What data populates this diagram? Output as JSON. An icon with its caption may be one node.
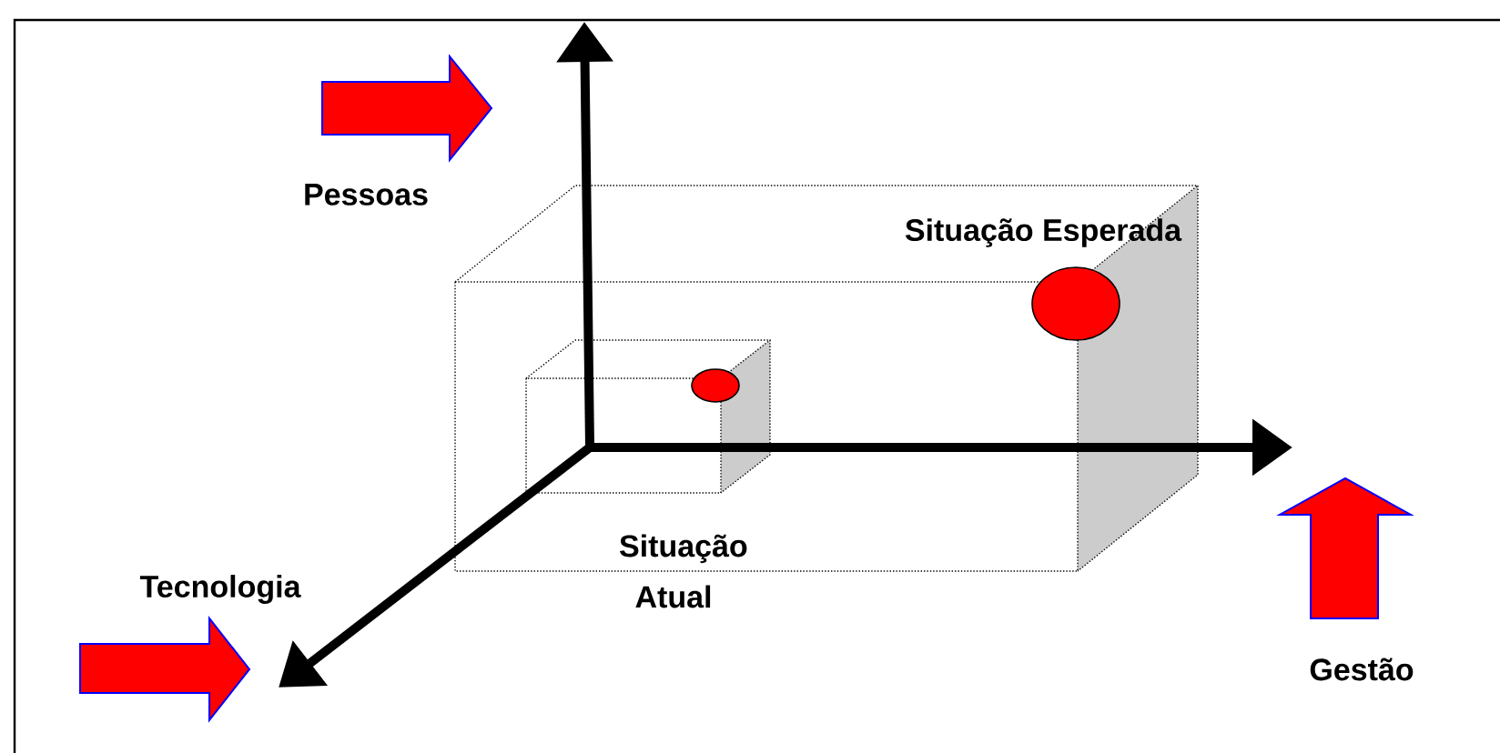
{
  "diagram": {
    "labels": [
      "Pessoas",
      "Situação Esperada",
      "Situação Atual",
      "Tecnologia",
      "Gestão"
    ]
  }
}
